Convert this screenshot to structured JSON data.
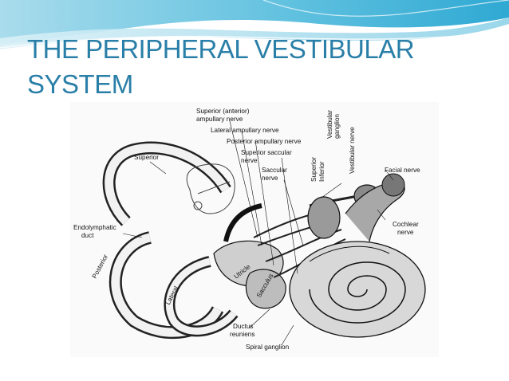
{
  "slide": {
    "title_line1": "THE PERIPHERAL VESTIBULAR",
    "title_line2": "SYSTEM"
  },
  "figure": {
    "labels": {
      "superior_anterior": "Superior (anterior)",
      "ampullary_nerve": "ampullary nerve",
      "lateral_ampullary_nerve": "Lateral ampullary nerve",
      "posterior_ampullary_nerve": "Posterior ampullary nerve",
      "superior_saccular": "Superior saccular",
      "nerve_1": "nerve",
      "saccular": "Saccular",
      "nerve_2": "nerve",
      "superior": "Superior",
      "endolymphatic": "Endolymphatic",
      "duct": "duct",
      "posterior": "Posterior",
      "lateral": "Lateral",
      "utricle": "Utricle",
      "sacculus": "Sacculus",
      "ductus": "Ductus",
      "reuniens": "reuniens",
      "spiral_ganglion": "Spiral ganglion",
      "cochlear": "Cochlear",
      "nerve_3": "nerve",
      "facial_nerve": "Facial nerve",
      "vestibular_nerve": "Vestibular nerve",
      "vestibular": "Vestibular",
      "ganglion": "ganglion",
      "superior_v": "Superior",
      "inferior_v": "Inferior"
    }
  }
}
